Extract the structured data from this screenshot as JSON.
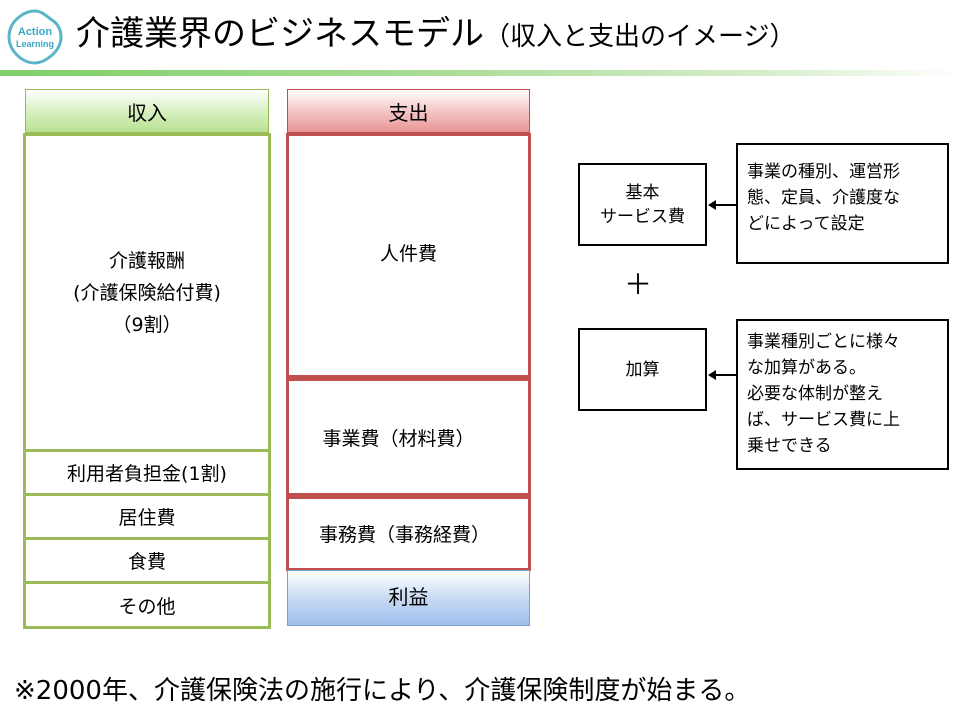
{
  "title": {
    "main": "介護業界のビジネスモデル",
    "sub": "（収入と支出のイメージ）"
  },
  "logo": {
    "line1": "Action",
    "line2": "Learning"
  },
  "income": {
    "header": "収入",
    "items": [
      {
        "lines": [
          "介護報酬",
          "(介護保険給付費)",
          "（9割）"
        ]
      },
      {
        "lines": [
          "利用者負担金(1割)"
        ]
      },
      {
        "lines": [
          "居住費"
        ]
      },
      {
        "lines": [
          "食費"
        ]
      },
      {
        "lines": [
          "その他"
        ]
      }
    ]
  },
  "expense": {
    "header": "支出",
    "items": [
      {
        "label": "人件費"
      },
      {
        "label": "事業費（材料費）"
      },
      {
        "label": "事務費（事務経費）"
      }
    ],
    "profit": "利益"
  },
  "basic_fee": {
    "label_lines": [
      "基本",
      "サービス費"
    ],
    "note_lines": [
      "事業の種別、運営形",
      "態、定員、介護度な",
      "どによって設定"
    ]
  },
  "plus_sign": "＋",
  "addition": {
    "label": "加算",
    "note_lines": [
      "事業種別ごとに様々",
      "な加算がある。",
      "必要な体制が整え",
      "ば、サービス費に上",
      "乗せできる"
    ]
  },
  "footnote": "※2000年、介護保険法の施行により、介護保険制度が始まる。",
  "colors": {
    "income_border": "#9bbb59",
    "expense_border": "#c0504d",
    "profit_fill": "#9dc0ec",
    "accent": "#7fcf6a"
  }
}
